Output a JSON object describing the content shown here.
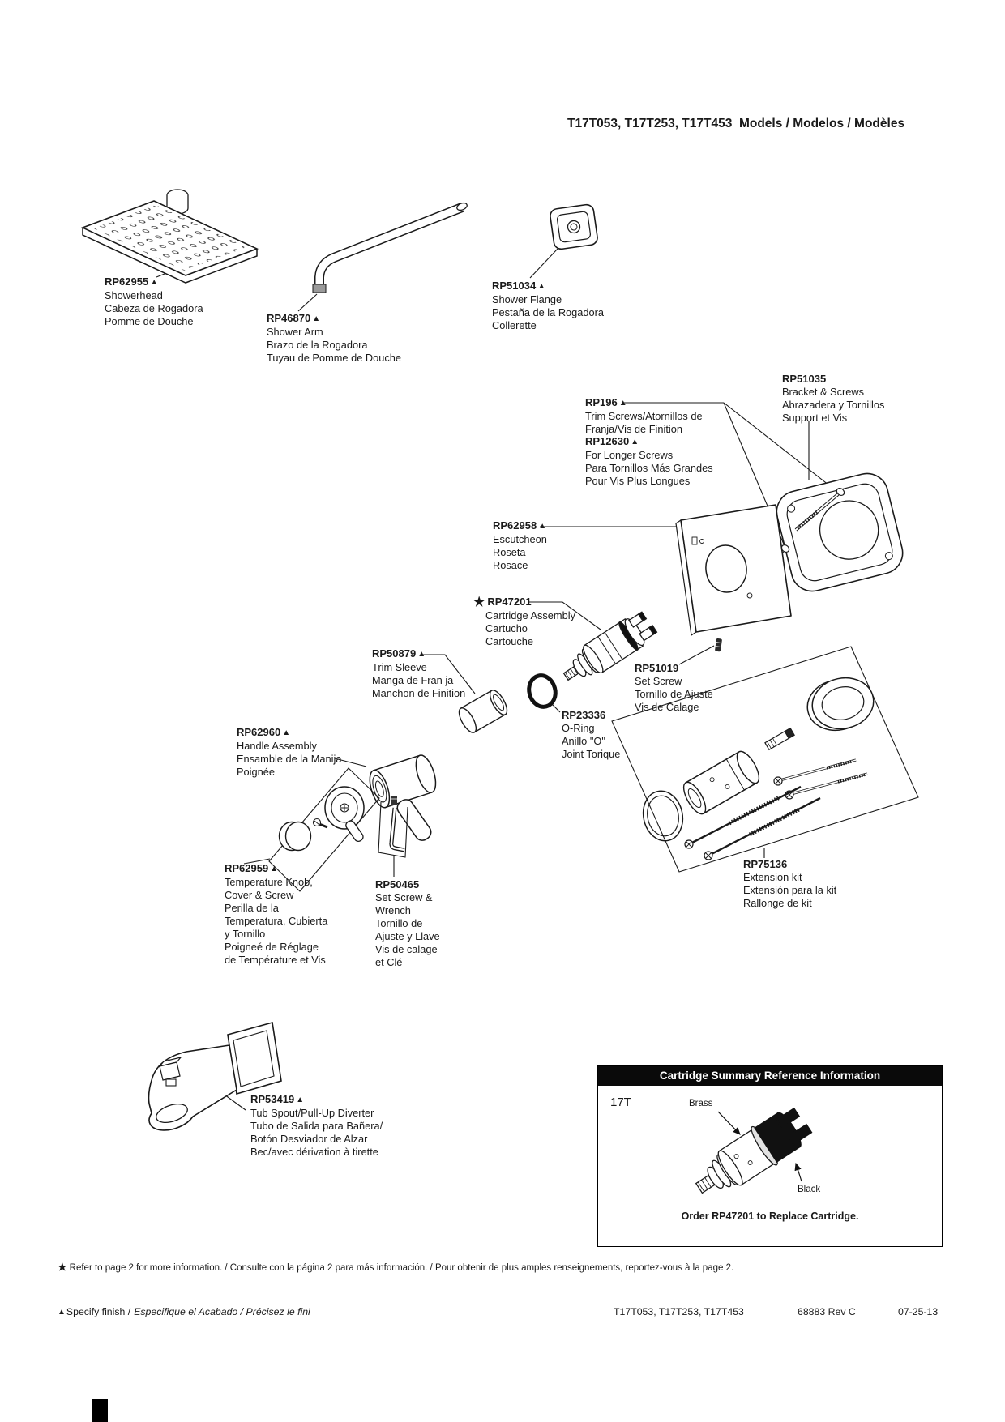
{
  "title": "T17T053, T17T253, T17T453  Models / Modelos / Modèles",
  "parts": [
    {
      "num": "RP62955",
      "marker": "▲",
      "desc": "Showerhead\nCabeza de Rogadora\nPomme de Douche"
    },
    {
      "num": "RP46870",
      "marker": "▲",
      "desc": "Shower Arm\nBrazo de la Rogadora\nTuyau de Pomme de Douche"
    },
    {
      "num": "RP51034",
      "marker": "▲",
      "desc": "Shower Flange\nPestaña de la Rogadora\nCollerette"
    },
    {
      "num": "RP51035",
      "marker": "",
      "desc": "Bracket & Screws\nAbrazadera y Tornillos\nSupport et Vis"
    },
    {
      "num": "RP196",
      "marker": "▲",
      "desc": "Trim Screws/Atornillos de\nFranja/Vis de Finition"
    },
    {
      "num": "RP12630",
      "marker": "▲",
      "desc": "For Longer Screws\nPara Tornillos Más Grandes\nPour Vis Plus Longues"
    },
    {
      "num": "RP62958",
      "marker": "▲",
      "desc": "Escutcheon\nRoseta\nRosace"
    },
    {
      "num": "RP47201",
      "marker": "",
      "prefix": "★",
      "desc": "Cartridge Assembly\nCartucho\nCartouche"
    },
    {
      "num": "RP50879",
      "marker": "▲",
      "desc": "Trim Sleeve\nManga de Fran ja\nManchon de Finition"
    },
    {
      "num": "RP51019",
      "marker": "",
      "desc": "Set Screw\nTornillo de Ajuste\nVis de Calage"
    },
    {
      "num": "RP23336",
      "marker": "",
      "desc": "O-Ring\nAnillo \"O\"\nJoint Torique"
    },
    {
      "num": "RP62960",
      "marker": "▲",
      "desc": "Handle Assembly\nEnsamble de la Manija\nPoignée"
    },
    {
      "num": "RP62959",
      "marker": "▲",
      "desc": "Temperature Knob,\nCover & Screw\nPerilla de la\nTemperatura, Cubierta\ny Tornillo\nPoigneé de Réglage\nde Température et Vis"
    },
    {
      "num": "RP50465",
      "marker": "",
      "desc": "Set Screw &\nWrench\nTornillo de\nAjuste y Llave\nVis de calage\net Clé"
    },
    {
      "num": "RP75136",
      "marker": "",
      "desc": "Extension kit\nExtensión para la kit\nRallonge de kit"
    },
    {
      "num": "RP53419",
      "marker": "▲",
      "desc": "Tub Spout/Pull-Up Diverter\nTubo de Salida para Bañera/\nBotón Desviador de Alzar\nBec/avec dérivation à tirette"
    }
  ],
  "cartridge_box": {
    "header": "Cartridge Summary Reference Information",
    "code": "17T",
    "brass_label": "Brass",
    "black_label": "Black",
    "order_note": "Order RP47201 to Replace Cartridge."
  },
  "footnote": {
    "marker": "★",
    "text": "Refer to page 2 for more information. / Consulte con la página 2 para más información. / Pour obtenir de plus amples renseignements, reportez-vous à la page 2."
  },
  "footer": {
    "finish_marker": "▲",
    "finish_label": "Specify finish /",
    "finish_label_intl": "Especifique el Acabado / Précisez le fini",
    "models": "T17T053, T17T253, T17T453",
    "doc_code": "68883 Rev C",
    "date": "07-25-13"
  },
  "colors": {
    "ink": "#1a1a1a",
    "box_header_bg": "#000000",
    "metal_gray": "#9a9a9a",
    "black_part": "#111111"
  }
}
